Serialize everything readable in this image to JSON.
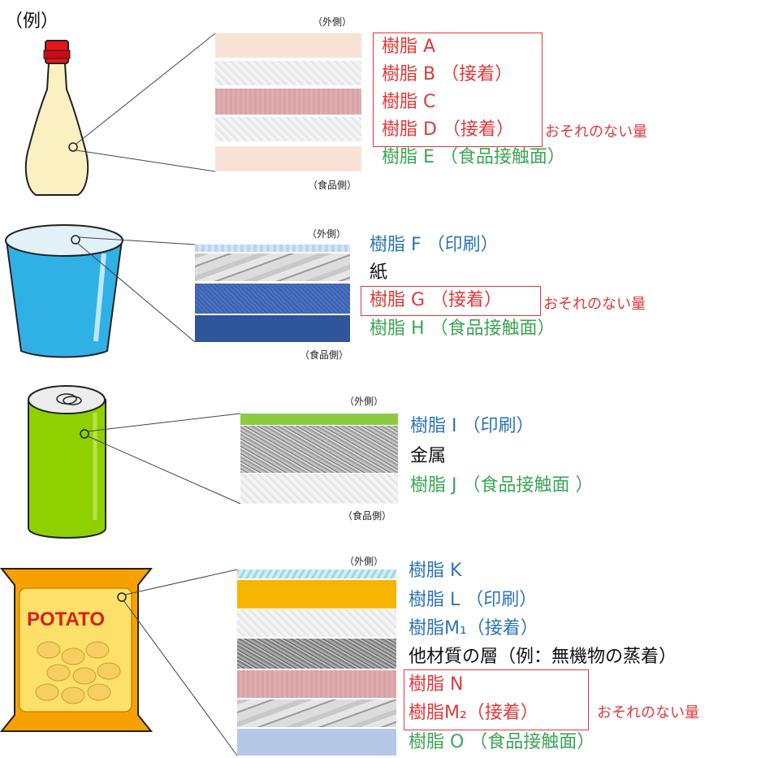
{
  "header": {
    "example": "（例）"
  },
  "rows": [
    {
      "outer": "（外側）",
      "inner": "（食品側）",
      "layers": [
        {
          "text": "樹脂 A",
          "color": "red"
        },
        {
          "text": "樹脂 B （接着）",
          "color": "red"
        },
        {
          "text": "樹脂 C",
          "color": "red"
        },
        {
          "text": "樹脂 D （接着）",
          "color": "red"
        },
        {
          "text": "樹脂 E （食品接触面）",
          "color": "green"
        }
      ],
      "note": "おそれのない量"
    },
    {
      "outer": "（外側）",
      "inner": "（食品側）",
      "layers": [
        {
          "text": "樹脂 F （印刷）",
          "color": "blue"
        },
        {
          "text": "紙",
          "color": "black"
        },
        {
          "text": "樹脂 G （接着）",
          "color": "red"
        },
        {
          "text": "樹脂 H （食品接触面）",
          "color": "green"
        }
      ],
      "note": "おそれのない量"
    },
    {
      "outer": "（外側）",
      "inner": "（食品側）",
      "layers": [
        {
          "text": "樹脂 I （印刷）",
          "color": "blue"
        },
        {
          "text": "金属",
          "color": "black"
        },
        {
          "text": "樹脂 J （食品接触面 ）",
          "color": "green"
        }
      ]
    },
    {
      "outer": "（外側）",
      "layers": [
        {
          "text": "樹脂 K",
          "color": "blue"
        },
        {
          "text": "樹脂 L （印刷）",
          "color": "blue"
        },
        {
          "text": "樹脂M₁（接着）",
          "color": "blue"
        },
        {
          "text": "他材質の層（例：無機物の蒸着）",
          "color": "black"
        },
        {
          "text": "樹脂 N",
          "color": "red"
        },
        {
          "text": "樹脂M₂（接着）",
          "color": "red"
        },
        {
          "text": "樹脂 O （食品接触面）",
          "color": "green"
        }
      ],
      "note": "おそれのない量",
      "package_text": "POTATO"
    }
  ]
}
